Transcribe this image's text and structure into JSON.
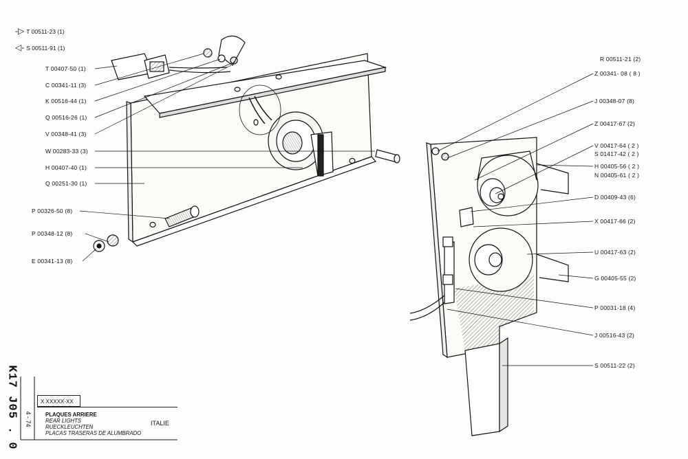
{
  "legend": [
    {
      "icon": "arrow-right-icon",
      "symbol": "-▷",
      "label": "T 00511-23  (1)"
    },
    {
      "icon": "arrow-left-icon",
      "symbol": "◁-",
      "label": "S 00511-91  (1)"
    }
  ],
  "left_labels": [
    "T 00407-50  (1)",
    "C 00341-11  (3)",
    "K 00516-44  (1)",
    "Q 00516-26  (1)",
    "V 00348-41  (3)",
    "W 00283-33  (3)",
    "H 00407-40  (1)",
    "Q 00251-30  (1)",
    "P 00326-50  (8)",
    "P 00348-12  (8)",
    "E 00341-13  (8)"
  ],
  "right_labels": [
    "R 00511-21  (2)",
    "Z 00341- 08 ( 8 )",
    "J 00348-07  (8)",
    "Z 00417-67  (2)",
    "V 00417-64 ( 2 )",
    "S 01417-42 ( 2 )",
    "H 00405-56 ( 2 )",
    "N 00405-61 ( 2 )",
    "D 00409-43  (6)",
    "X 00417-66  (2)",
    "U 00417-63  (2)",
    "G 00405-55  (2)",
    "P 00031-18  (4)",
    "J 00516-43  (2)",
    "S 00511-22  (2)"
  ],
  "title_block": {
    "code": "K17  J05 . 0",
    "date": "4 - 74",
    "ref": "X XXXXX-XX",
    "title_fr": "PLAQUES ARRIERE",
    "title_en": "REAR LIGHTS",
    "title_de": "RUECKLEUCHTEN",
    "title_es": "PLACAS TRASERAS DE ALUMBRADO",
    "country": "ITALIE"
  }
}
